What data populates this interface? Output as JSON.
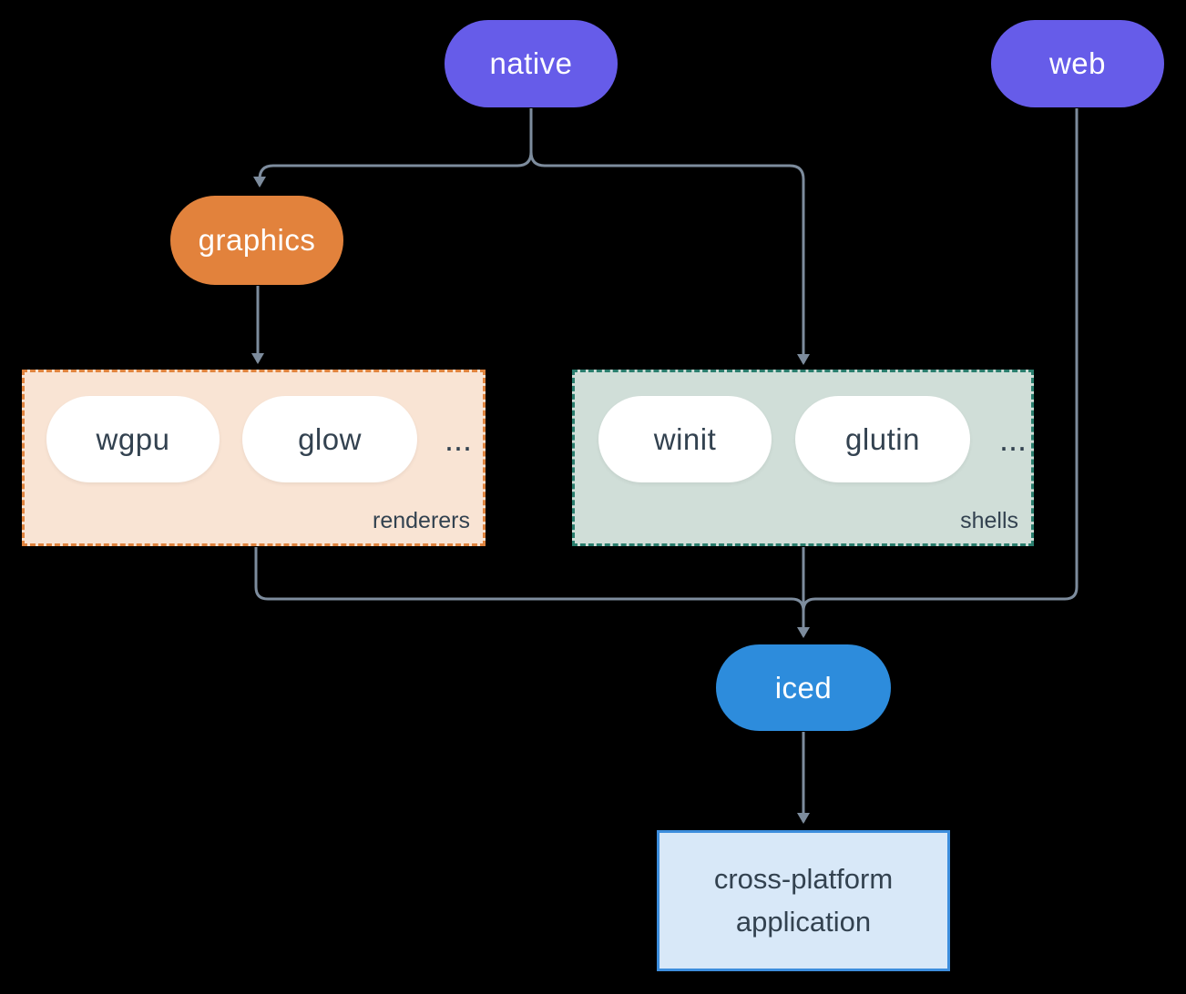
{
  "diagram": {
    "colors": {
      "background": "#000000",
      "node-purple": "#665ce9",
      "node-orange": "#e2823c",
      "node-blue": "#2d8cdc",
      "pill-white": "#ffffff",
      "edge": "#7d8c9d",
      "renderers-fill": "#f9e4d4",
      "renderers-border": "#e0843f",
      "shells-fill": "#d0ded8",
      "shells-border": "#2a7e6e",
      "app-fill": "#d8e8f8",
      "app-border": "#3d8edd",
      "dark-text": "#334250",
      "light-text": "#ffffff"
    },
    "nodes": {
      "native": {
        "label": "native"
      },
      "web": {
        "label": "web"
      },
      "graphics": {
        "label": "graphics"
      },
      "iced": {
        "label": "iced"
      },
      "app": {
        "label": "cross-platform application"
      }
    },
    "groups": {
      "renderers": {
        "label": "renderers",
        "items": [
          "wgpu",
          "glow"
        ],
        "ellipsis": "..."
      },
      "shells": {
        "label": "shells",
        "items": [
          "winit",
          "glutin"
        ],
        "ellipsis": "..."
      }
    }
  }
}
